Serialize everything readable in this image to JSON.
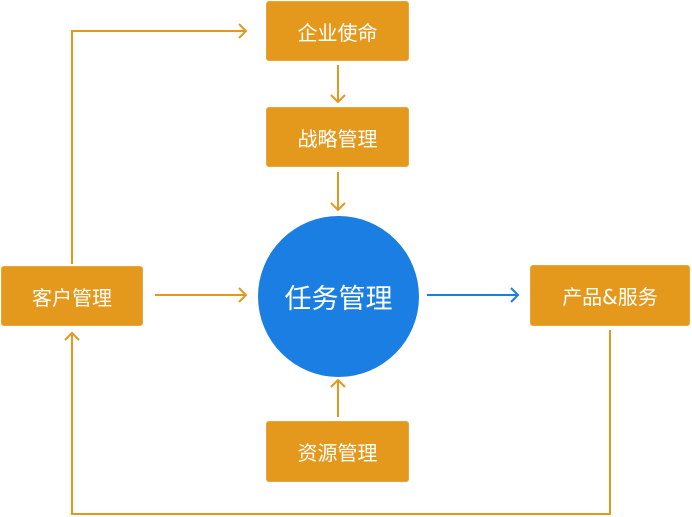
{
  "colors": {
    "node": "#e4981c",
    "center": "#1a7ee2",
    "wire": "#e4981c",
    "output_wire": "#1a7ee2"
  },
  "nodes": {
    "mission": "企业使命",
    "strategy": "战略管理",
    "center": "任务管理",
    "customer": "客户管理",
    "product": "产品&服务",
    "resource": "资源管理"
  },
  "edges": [
    {
      "from": "customer",
      "to": "mission"
    },
    {
      "from": "mission",
      "to": "strategy"
    },
    {
      "from": "strategy",
      "to": "center"
    },
    {
      "from": "customer",
      "to": "center"
    },
    {
      "from": "resource",
      "to": "center"
    },
    {
      "from": "center",
      "to": "product"
    },
    {
      "from": "product",
      "to": "customer"
    }
  ]
}
